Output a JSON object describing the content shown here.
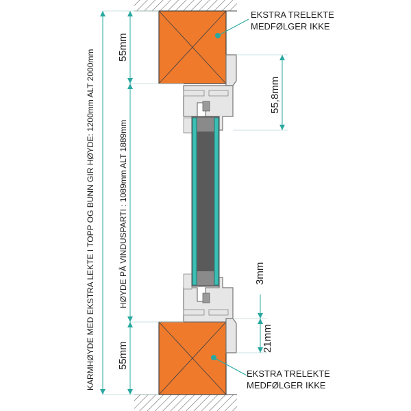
{
  "labels": {
    "top_note_line1": "EKSTRA TRELEKTE",
    "top_note_line2": "MEDFØLGER IKKE",
    "bottom_note_line1": "EKSTRA TRELEKTE",
    "bottom_note_line2": "MEDFØLGER IKKE",
    "dim_top_block": "55mm",
    "dim_bottom_block": "55mm",
    "dim_top_frame": "55,8mm",
    "dim_small": "3mm",
    "dim_bottom_frame": "21mm",
    "vertical_outer": "KARMHØYDE MED EKSTRA LEKTE I TOPP OG BUNN GIR HØYDE: 1200mm ALT 2000mm",
    "vertical_inner": "HØYDE PÅ VINDUSPARTI : 1089mm ALT 1889mm"
  },
  "colors": {
    "wood": "#f07a2c",
    "glass": "#3bbfb5",
    "aluminium": "#e6e6e6",
    "accent": "#2aa8a0",
    "hatch": "#555555"
  }
}
